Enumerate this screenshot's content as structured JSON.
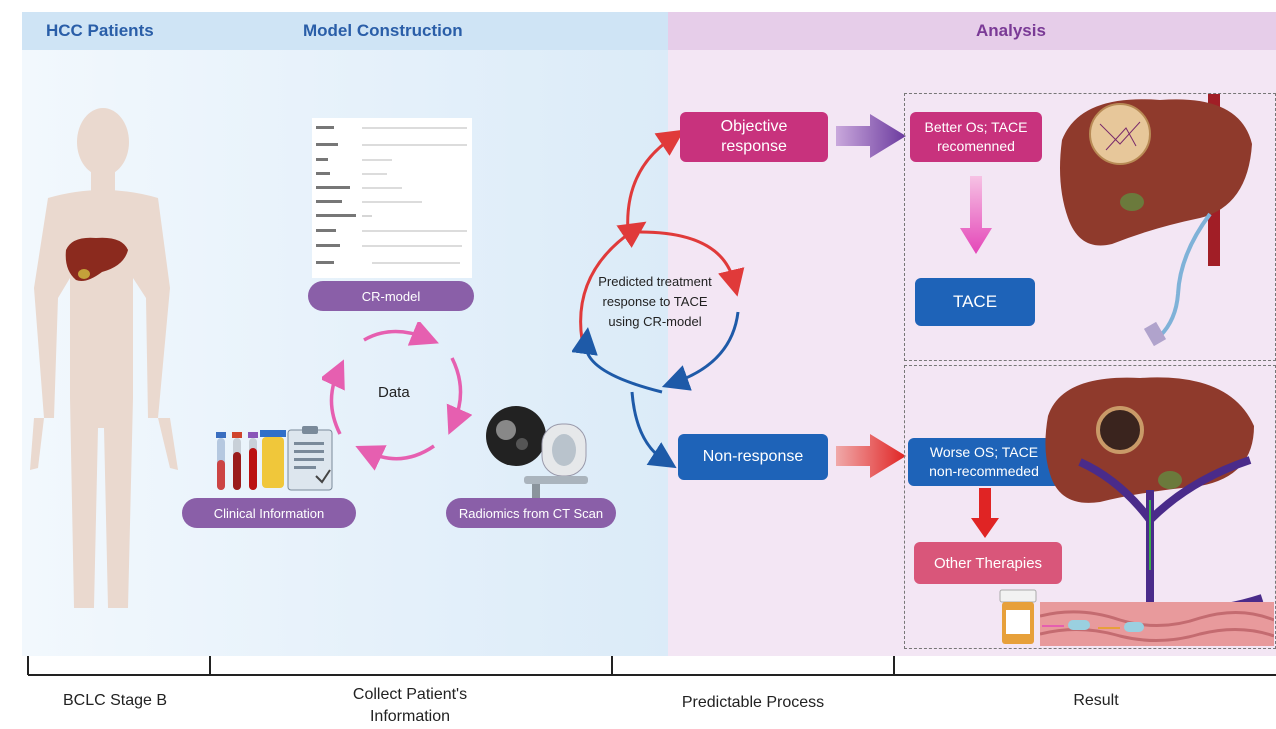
{
  "headers": {
    "hcc_patients": "HCC Patients",
    "model_construction": "Model Construction",
    "analysis": "Analysis"
  },
  "model": {
    "cr_model_label": "CR-model",
    "data_label": "Data",
    "clinical_info_label": "Clinical Information",
    "radiomics_label": "Radiomics from CT Scan"
  },
  "process": {
    "center_text_1": "Predicted treatment",
    "center_text_2": "response to TACE",
    "center_text_3": "using CR-model",
    "objective_response_1": "Objective",
    "objective_response_2": "response",
    "non_response": "Non-response"
  },
  "results": {
    "better_os_1": "Better Os;  TACE",
    "better_os_2": "recomenned",
    "tace": "TACE",
    "worse_os_1": "Worse OS; TACE",
    "worse_os_2": "non-recommeded",
    "other_therapies": "Other Therapies"
  },
  "timeline": {
    "stage_1": "BCLC Stage B",
    "stage_2_line1": "Collect Patient's",
    "stage_2_line2": "Information",
    "stage_3": "Predictable Process",
    "stage_4": "Result"
  },
  "colors": {
    "header_blue": "#cfe4f5",
    "header_purple": "#e6cde9",
    "panel_blue": "#e4f0fa",
    "panel_purple": "#f1e3f3",
    "accent_magenta": "#c8327d",
    "accent_blue": "#1e63b8",
    "pill_purple": "#8a5fa8",
    "arrow_red": "#e03a3a",
    "arrow_pink": "#e65fb0"
  }
}
